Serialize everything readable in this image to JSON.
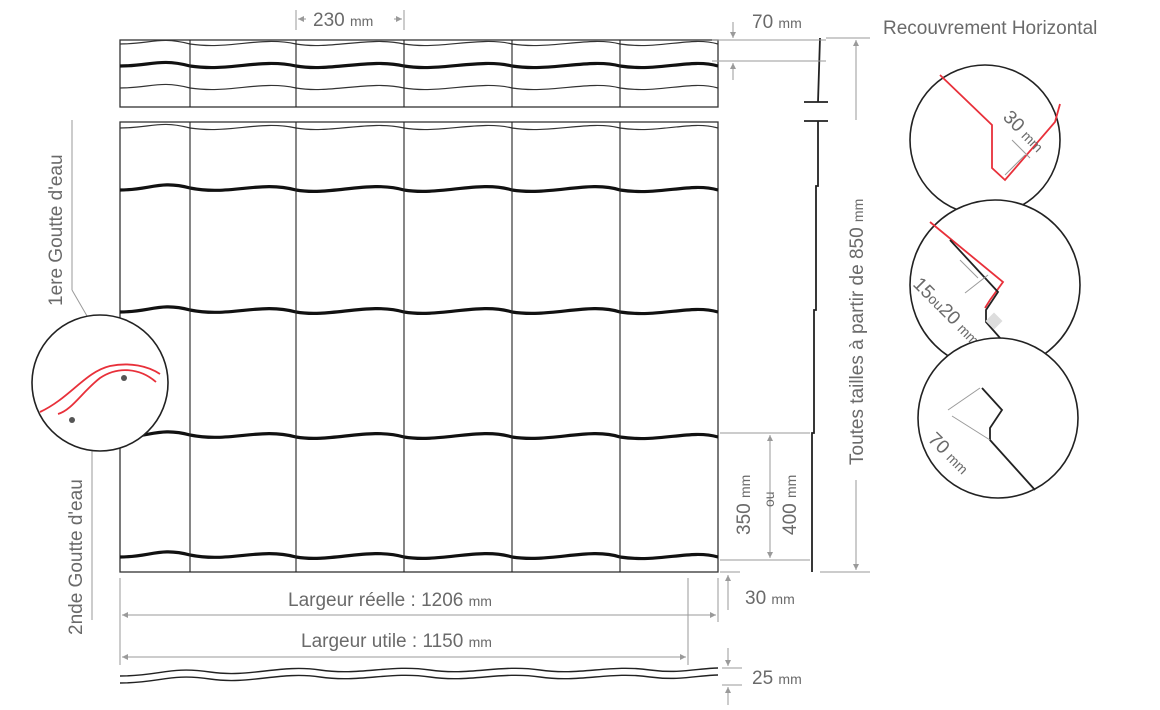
{
  "dimensions": {
    "rib_spacing": {
      "value": "230",
      "unit": "mm"
    },
    "step_height": {
      "value": "70",
      "unit": "mm"
    },
    "horizontal_overlap_title": "Recouvrement Horizontal",
    "overlap_30": {
      "value": "30",
      "unit": "mm"
    },
    "overlap_15_20": {
      "value_a": "15",
      "ou": "ou",
      "value_b": "20",
      "unit": "mm*"
    },
    "overlap_70": {
      "value": "70",
      "unit": "mm"
    },
    "all_sizes": "Toutes tailles à partir de 850",
    "all_sizes_unit": "mm",
    "modules": {
      "value_a": "350",
      "unit_a": "mm",
      "ou": "ou",
      "value_b": "400",
      "unit_b": "mm"
    },
    "bottom_30": {
      "value": "30",
      "unit": "mm"
    },
    "real_width": {
      "label": "Largeur réelle : 1206",
      "unit": "mm"
    },
    "useful_width": {
      "label": "Largeur utile : 1150",
      "unit": "mm"
    },
    "thickness_25": {
      "value": "25",
      "unit": "mm"
    }
  },
  "drip": {
    "first": "1ere Goutte d'eau",
    "second": "2nde Goutte d'eau"
  },
  "colors": {
    "accent_red": "#e8303a",
    "line_dark": "#111111",
    "text_grey": "#6a6a6a"
  }
}
